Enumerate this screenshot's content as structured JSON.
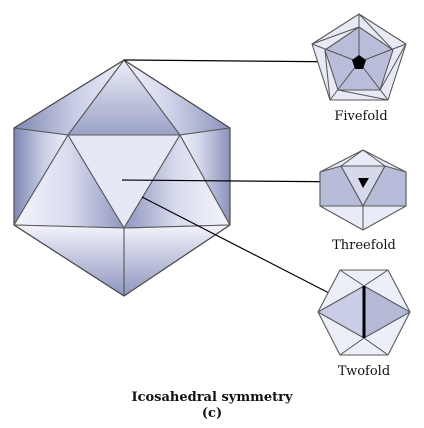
{
  "views": {
    "fivefold": {
      "label": "Fivefold"
    },
    "threefold": {
      "label": "Threefold"
    },
    "twofold": {
      "label": "Twofold"
    }
  },
  "caption": {
    "title": "Icosahedral symmetry",
    "sublabel": "(c)"
  }
}
